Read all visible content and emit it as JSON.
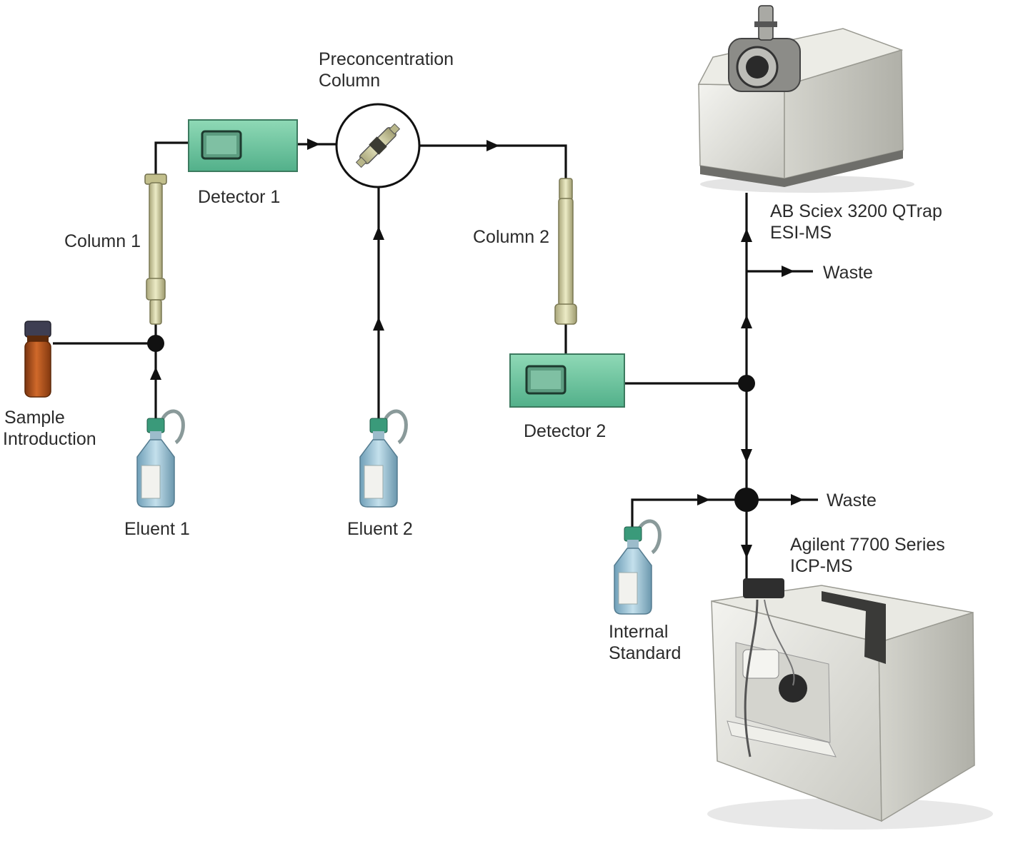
{
  "labels": {
    "preconcentration_line1": "Preconcentration",
    "preconcentration_line2": "Column",
    "detector1": "Detector 1",
    "column1": "Column 1",
    "column2": "Column 2",
    "detector2": "Detector 2",
    "sample_line1": "Sample",
    "sample_line2": "Introduction",
    "eluent1": "Eluent 1",
    "eluent2": "Eluent 2",
    "esi_line1": "AB Sciex 3200 QTrap",
    "esi_line2": "ESI-MS",
    "waste_top": "Waste",
    "waste_bottom": "Waste",
    "icp_line1": "Agilent 7700 Series",
    "icp_line2": "ICP-MS",
    "internal_line1": "Internal",
    "internal_line2": "Standard"
  },
  "colors": {
    "detector_green": "#6cc8a0",
    "detector_screen": "#4a8a72",
    "column_tan": "#d6d3a2",
    "vial_amber": "#b5541c",
    "bottle_blue": "#9fc4d6",
    "bottle_cap": "#3a9a7a",
    "instrument_grey": "#e2e2dc",
    "pipe": "#111111"
  }
}
